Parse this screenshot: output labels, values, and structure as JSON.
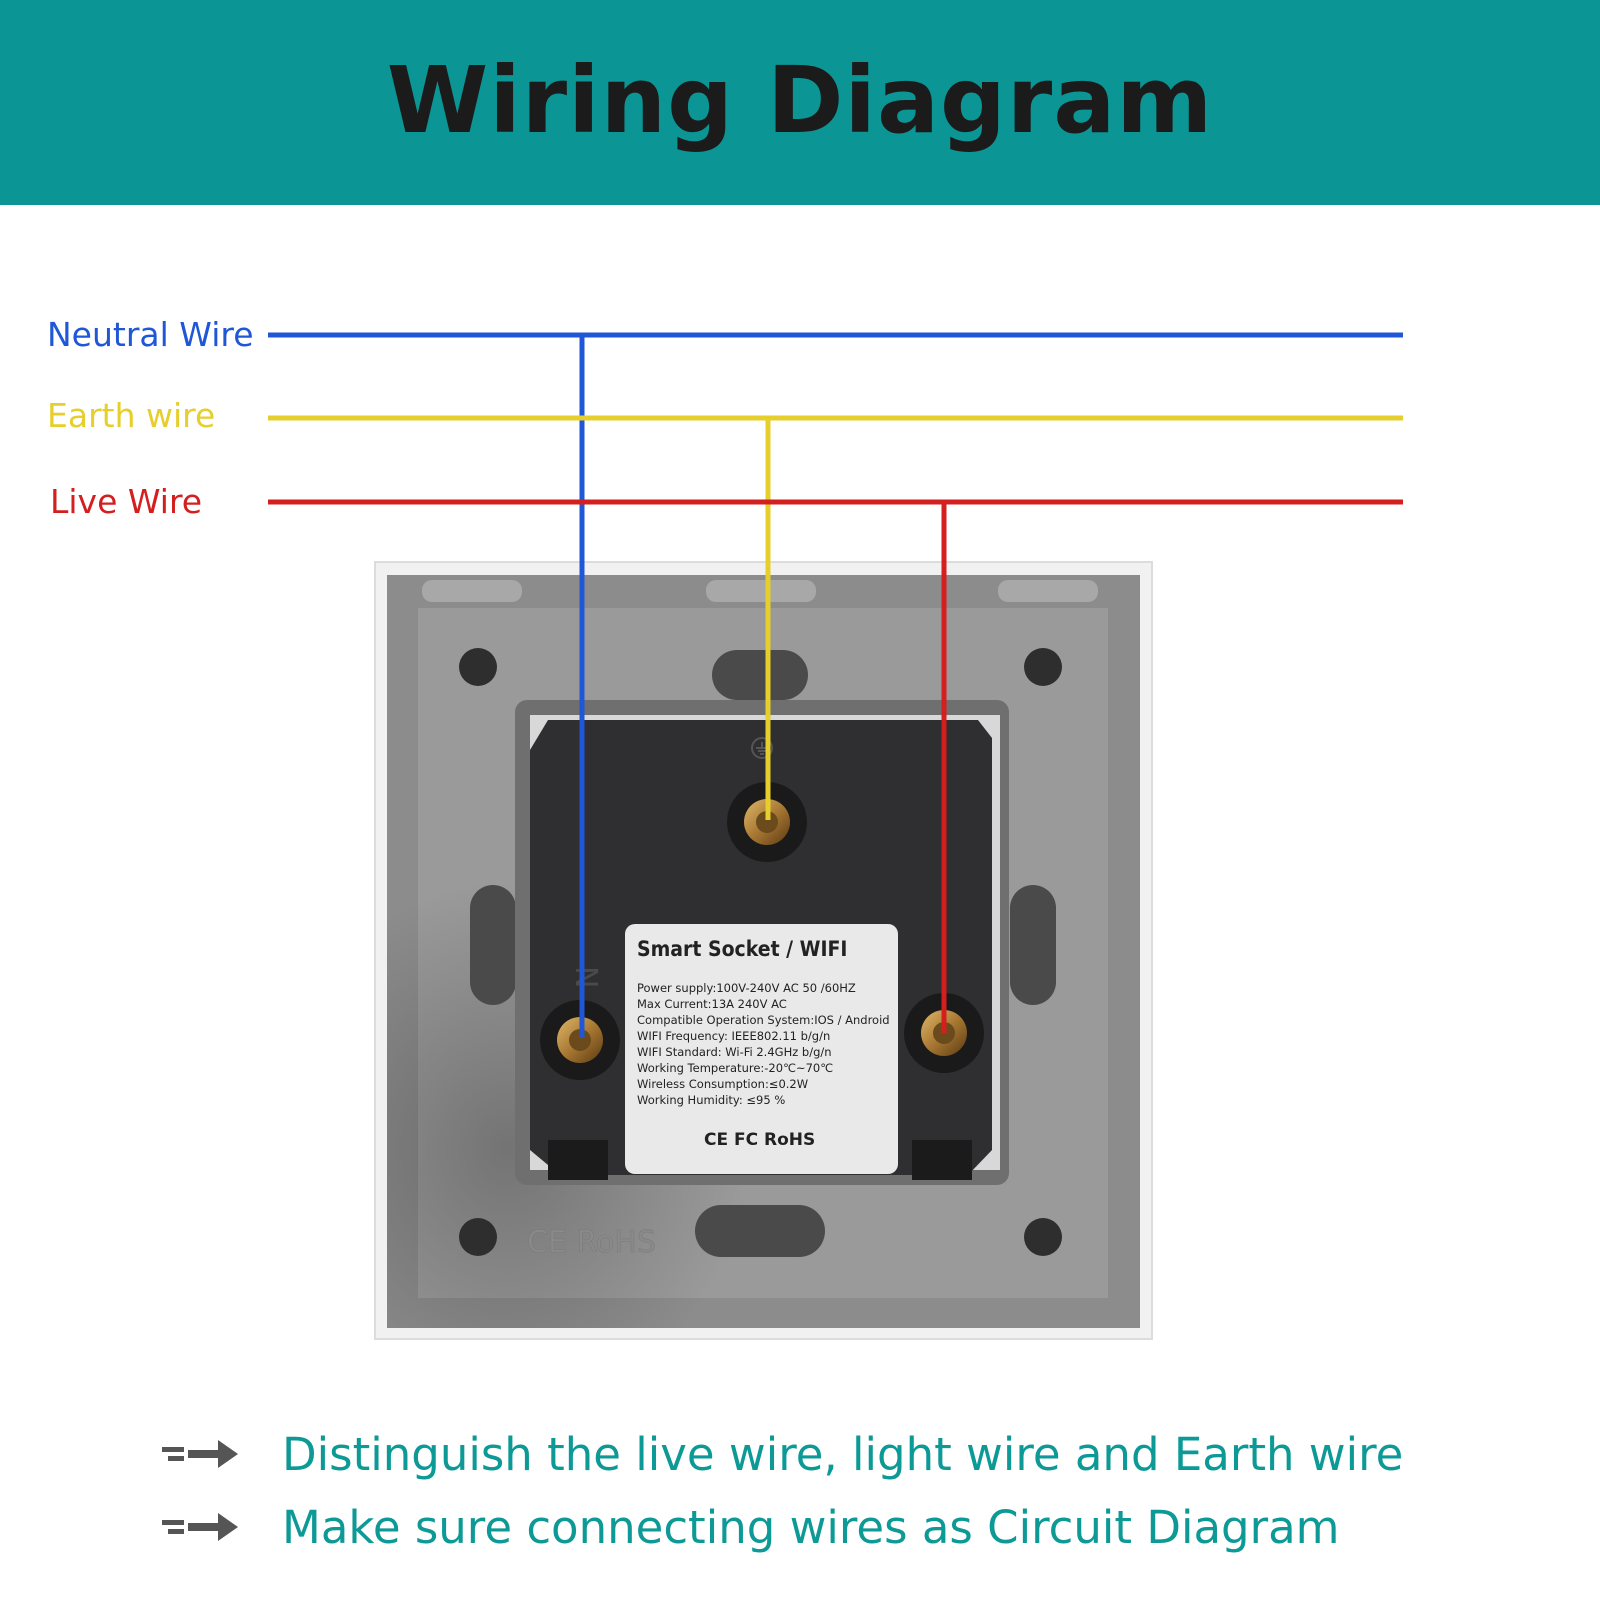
{
  "header": {
    "title": "Wiring Diagram",
    "background": "#0b9594"
  },
  "wires": [
    {
      "label": "Neutral Wire",
      "color": "#1f57d6"
    },
    {
      "label": "Earth wire",
      "color": "#e6cf2c"
    },
    {
      "label": "Live Wire",
      "color": "#d41f1f"
    }
  ],
  "device": {
    "terminal_mark": "N",
    "label": {
      "title": "Smart Socket / WIFI",
      "lines": [
        "Power supply:100V-240V AC  50 /60HZ",
        "Max Current:13A  240V AC",
        "Compatible Operation System:IOS / Android",
        "WIFI Frequency: IEEE802.11 b/g/n",
        "WIFI Standard: Wi-Fi 2.4GHz b/g/n",
        "Working Temperature:-20℃~70℃",
        "Wireless Consumption:≤0.2W",
        "Working Humidity: ≤95 %"
      ],
      "certs": "CE  FC  RoHS"
    },
    "plate_marking": "CE RoHS"
  },
  "notes": [
    {
      "icon": "double-arrow-icon",
      "text": "Distinguish the live wire, light wire and Earth wire"
    },
    {
      "icon": "double-arrow-icon",
      "text": "Make sure connecting wires as Circuit Diagram"
    }
  ]
}
